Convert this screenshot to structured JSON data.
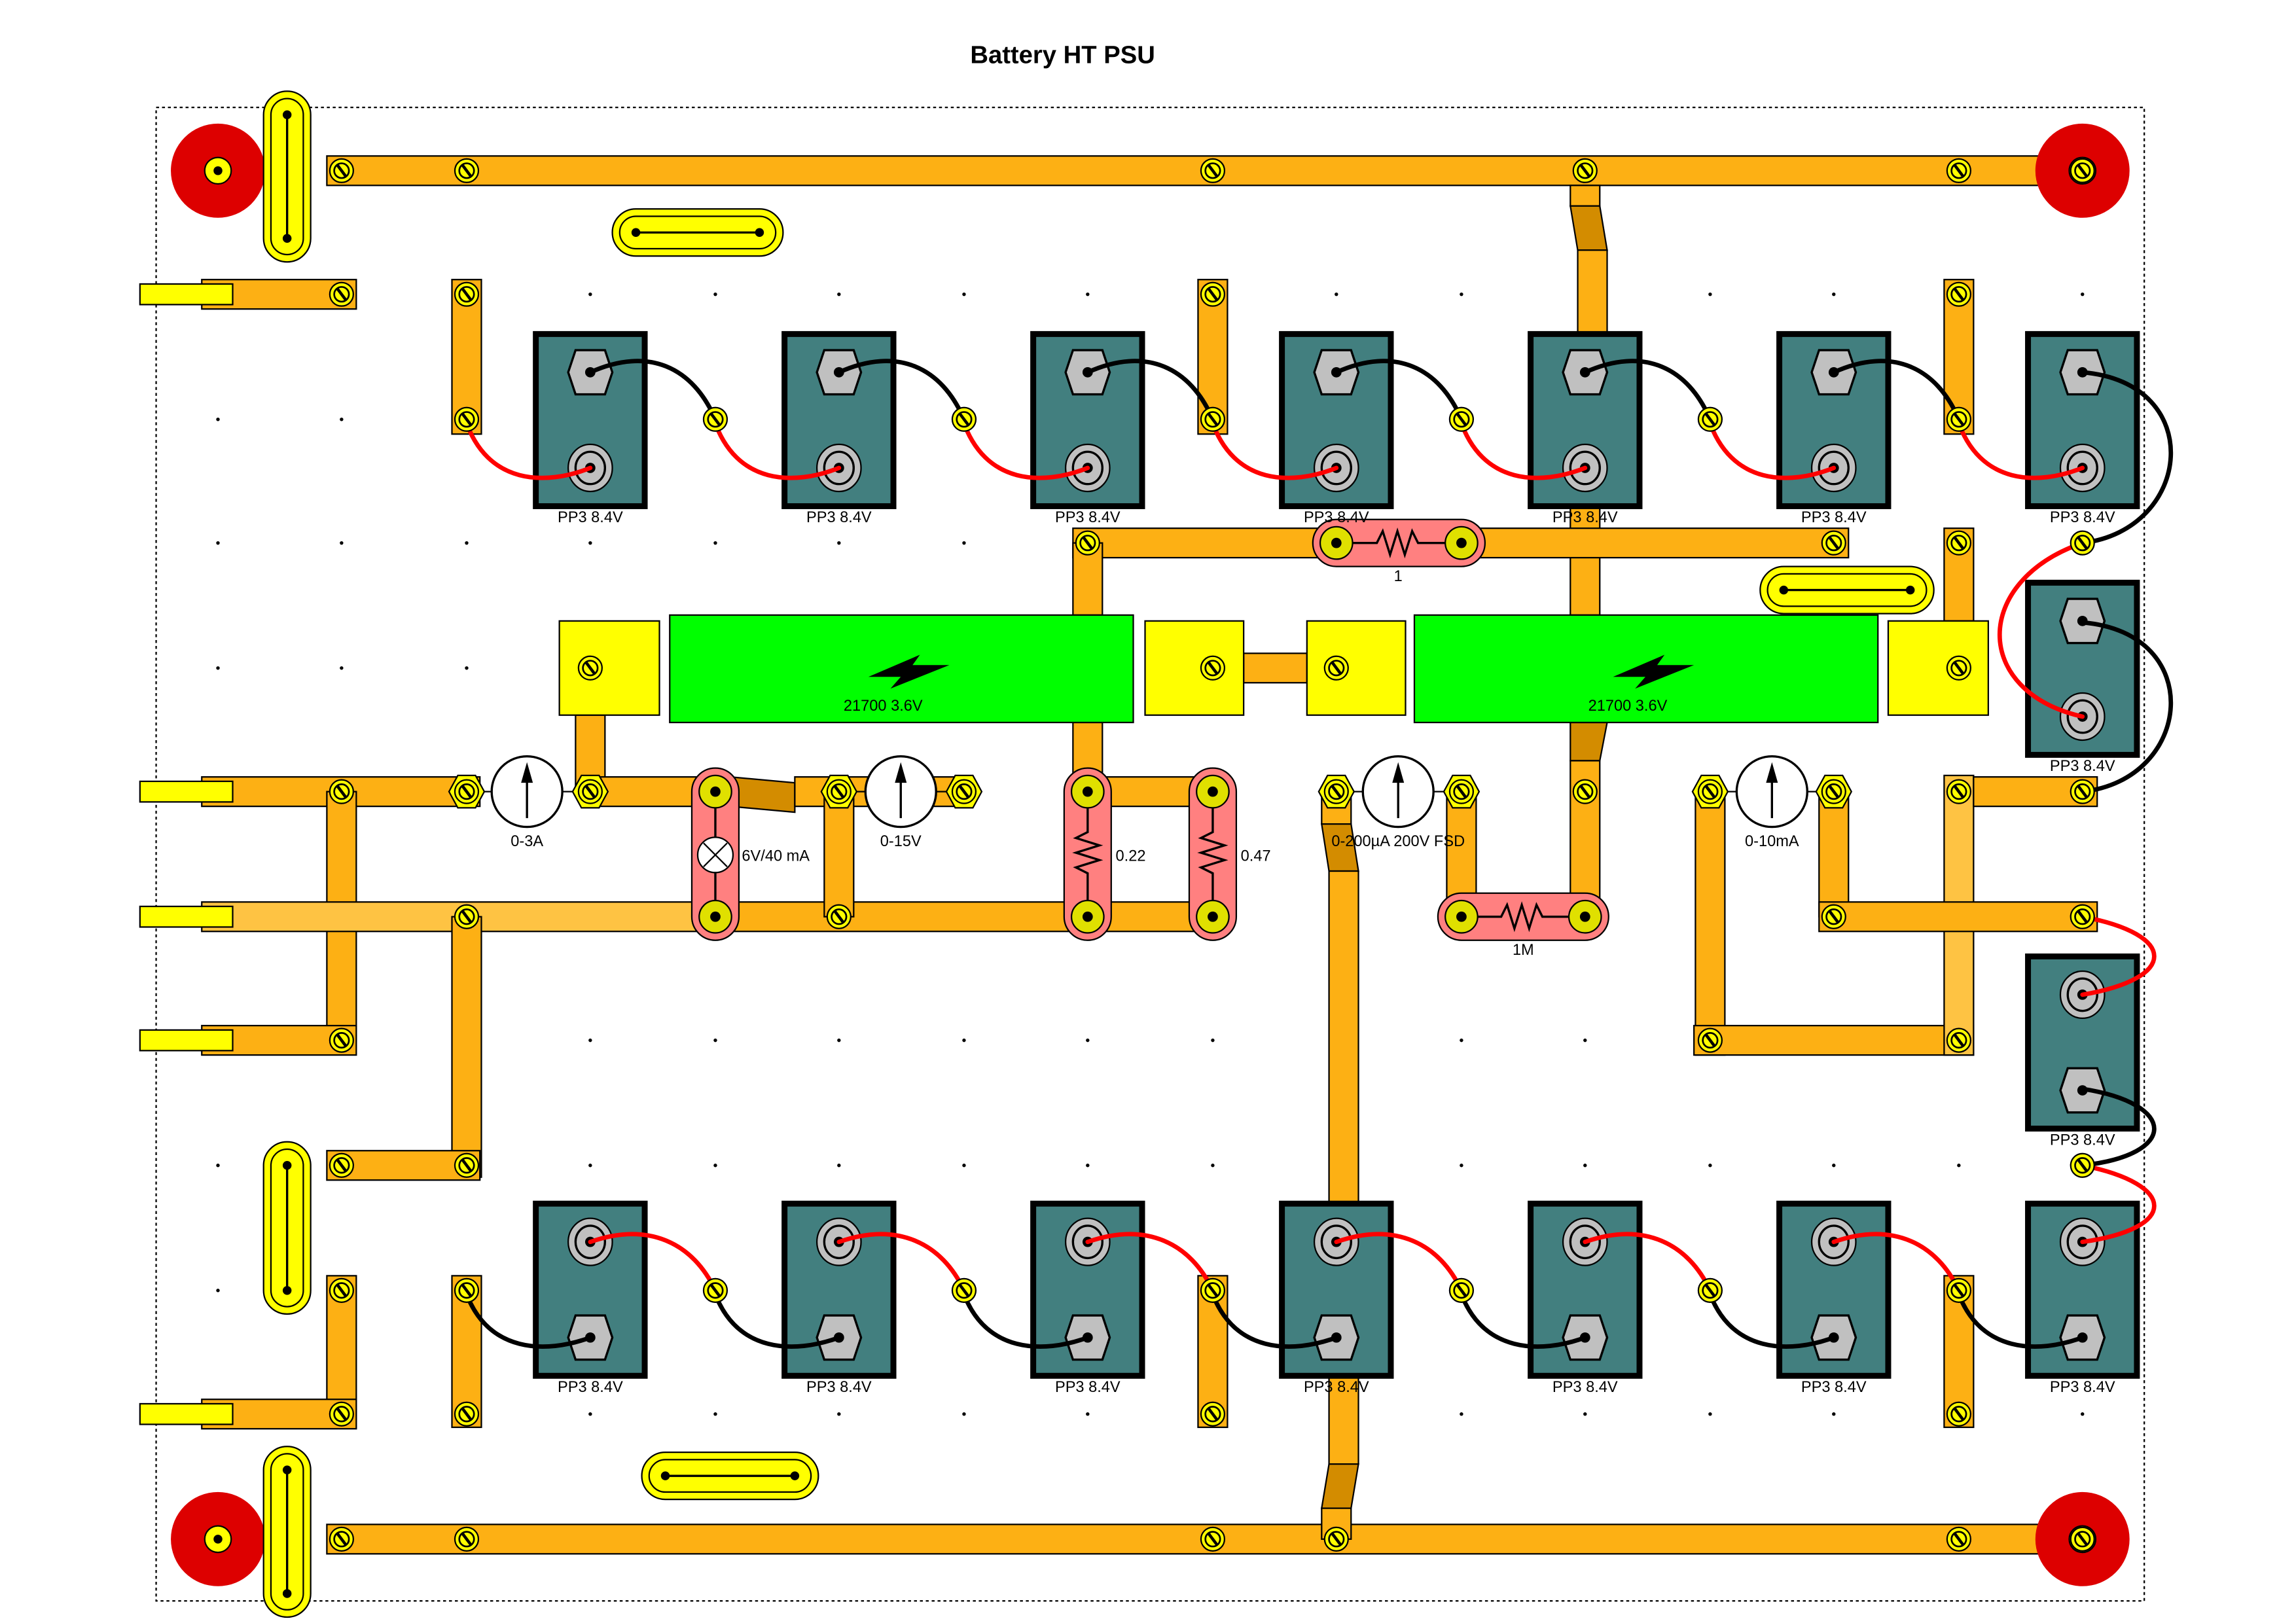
{
  "title": "Battery HT PSU",
  "batteries": {
    "pp3_label": "PP3 8.4V",
    "cell_label": "21700 3.6V"
  },
  "meters": [
    {
      "label": "0-3A"
    },
    {
      "label": "0-15V"
    },
    {
      "label": "0-200µA 200V FSD"
    },
    {
      "label": "0-10mA"
    }
  ],
  "resistors": [
    {
      "label": "1"
    },
    {
      "label": "0.22"
    },
    {
      "label": "0.47"
    },
    {
      "label": "1M"
    }
  ],
  "lamp": {
    "label": "6V/40 mA"
  },
  "colors": {
    "strip": "#FDB014",
    "strip_light": "#FEC343",
    "strip_jog": "#D38C00",
    "screw": "#FFFF00",
    "battery": "#427F7F",
    "cell": "#00FF00",
    "resistor": "#FF8080",
    "terminal": "#DD0000",
    "wire_pos": "#FF0000",
    "wire_neg": "#000000"
  }
}
